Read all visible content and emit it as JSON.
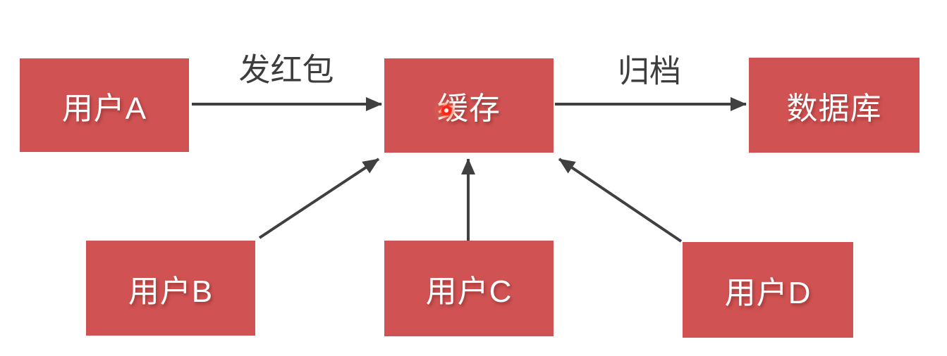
{
  "diagram": {
    "type": "flow-diagram",
    "colors": {
      "background": "#ffffff",
      "node_fill": "#d05252",
      "node_text": "#ffffff",
      "arrow": "#404040",
      "edge_label_text": "#3d3d3d",
      "click_dot": "#ff2312"
    },
    "nodes": [
      {
        "id": "user-a",
        "label": "用户A"
      },
      {
        "id": "cache",
        "label": "缓存"
      },
      {
        "id": "database",
        "label": "数据库"
      },
      {
        "id": "user-b",
        "label": "用户B"
      },
      {
        "id": "user-c",
        "label": "用户C"
      },
      {
        "id": "user-d",
        "label": "用户D"
      }
    ],
    "edges": [
      {
        "from": "user-a",
        "to": "cache",
        "label": "发红包"
      },
      {
        "from": "cache",
        "to": "database",
        "label": "归档"
      },
      {
        "from": "user-b",
        "to": "cache",
        "label": ""
      },
      {
        "from": "user-c",
        "to": "cache",
        "label": ""
      },
      {
        "from": "user-d",
        "to": "cache",
        "label": ""
      }
    ],
    "overlay": {
      "click_indicator": "red-glow-dot-on-cache-node"
    }
  }
}
